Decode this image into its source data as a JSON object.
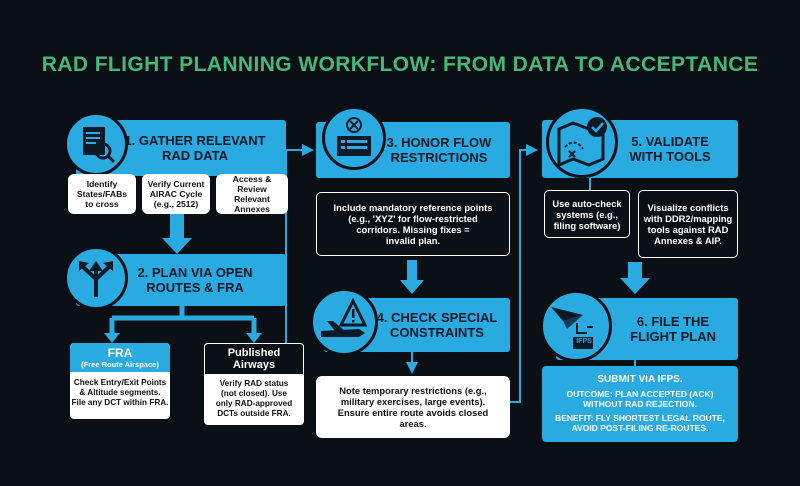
{
  "title": "RAD FLIGHT PLANNING WORKFLOW: FROM DATA TO ACCEPTANCE",
  "colors": {
    "accent": "#29abe2",
    "title": "#47b977",
    "background": "#0b0f16"
  },
  "steps": {
    "s1": {
      "label": "1. GATHER RELEVANT\nRAD DATA",
      "icon": "document-search-icon",
      "notes": [
        "Identify\nStates/FABs\nto cross",
        "Verify Current\nAIRAC Cycle\n(e.g., 2512)",
        "Access &\nReview Relevant\nAnnexes"
      ]
    },
    "s2": {
      "label": "2. PLAN VIA OPEN\nROUTES & FRA",
      "icon": "diverging-arrows-icon",
      "fra": {
        "title": "FRA",
        "subtitle": "(Free Route Airspace)",
        "text": "Check Entry/Exit Points\n& Altitude segments.\nFile any DCT within FRA."
      },
      "airways": {
        "title": "Published\nAirways",
        "text": "Verify RAD status\n(not closed). Use\nonly RAD-approved\nDCTs outside FRA."
      }
    },
    "s3": {
      "label": "3. HONOR FLOW\nRESTRICTIONS",
      "icon": "checklist-icon",
      "note": "Include mandatory reference points\n(e.g., 'XYZ' for flow-restricted\ncorridors. Missing fixes =\ninvalid plan."
    },
    "s4": {
      "label": "4. CHECK SPECIAL\nCONSTRAINTS",
      "icon": "jet-warning-icon",
      "note": "Note temporary restrictions (e.g.,\nmilitary exercises, large events).\nEnsure entire route avoids closed\nareas."
    },
    "s5": {
      "label": "5. VALIDATE\nWITH TOOLS",
      "icon": "map-check-icon",
      "notes": [
        "Use auto-check\nsystems (e.g.,\nfiling software)",
        "Visualize conflicts\nwith DDR2/mapping\ntools against RAD\nAnnexes & AIP."
      ]
    },
    "s6": {
      "label": "6. FILE THE\nFLIGHT PLAN",
      "icon": "paper-plane-icon",
      "badge": "IFPS",
      "submit": "SUBMIT VIA IFPS.",
      "outcome": "OUTCOME: PLAN ACCEPTED (ACK)\nWITHOUT RAD REJECTION.",
      "benefit": "BENEFIT: FLY SHORTEST LEGAL ROUTE,\nAVOID POST-FILING RE-ROUTES."
    }
  }
}
